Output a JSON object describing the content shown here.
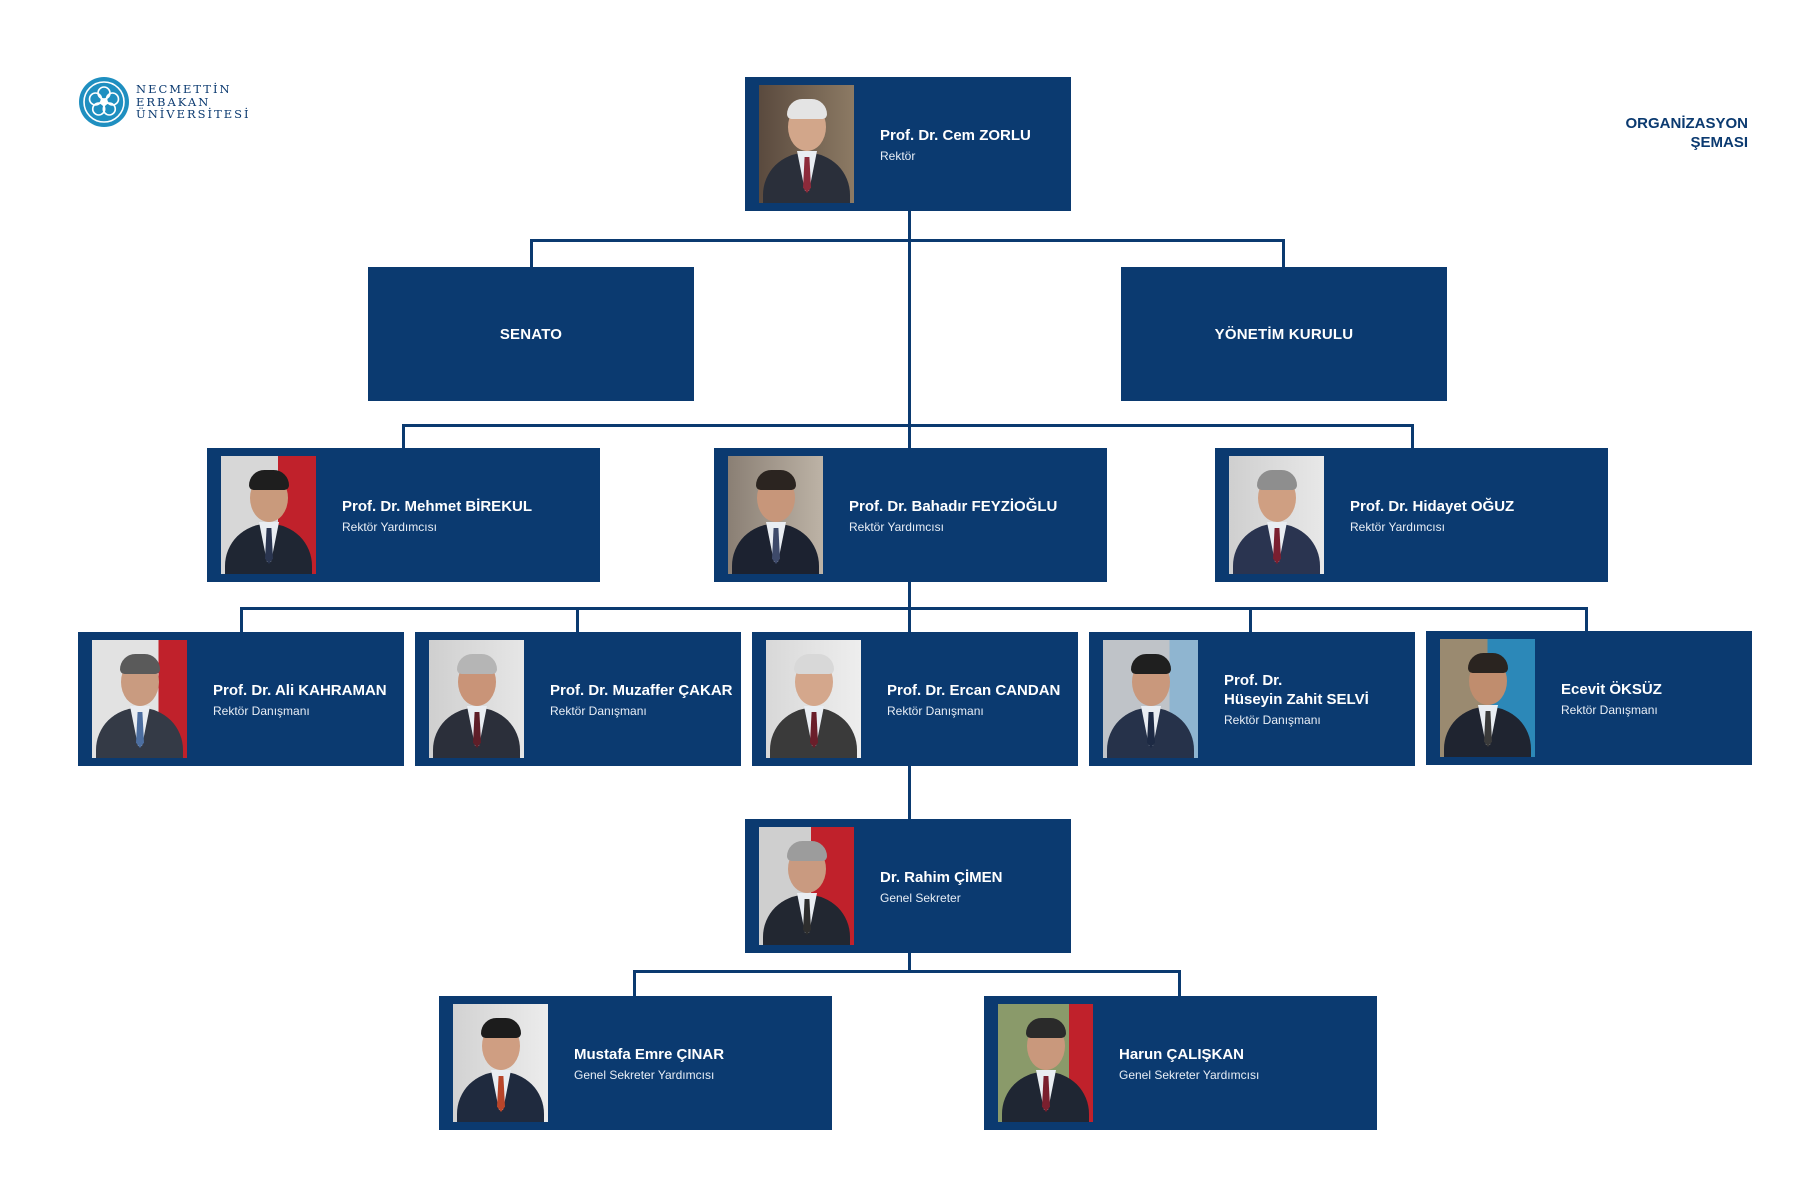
{
  "logo": {
    "lines": [
      "NECMETTİN",
      "ERBAKAN",
      "ÜNİVERSİTESİ"
    ],
    "icon": "university-rosette-icon"
  },
  "page_title": {
    "line1": "ORGANİZASYON",
    "line2": "ŞEMASI"
  },
  "colors": {
    "box": "#0b3a70",
    "text": "#ffffff",
    "background": "#ffffff"
  },
  "rector": {
    "name": "Prof. Dr. Cem ZORLU",
    "role": "Rektör"
  },
  "boards": {
    "senate": "SENATO",
    "executive": "YÖNETİM KURULU"
  },
  "vice_rectors": [
    {
      "name": "Prof. Dr. Mehmet BİREKUL",
      "role": "Rektör Yardımcısı"
    },
    {
      "name": "Prof. Dr. Bahadır FEYZİOĞLU",
      "role": "Rektör Yardımcısı"
    },
    {
      "name": "Prof. Dr. Hidayet OĞUZ",
      "role": "Rektör Yardımcısı"
    }
  ],
  "advisors": [
    {
      "name": "Prof. Dr. Ali KAHRAMAN",
      "role": "Rektör Danışmanı"
    },
    {
      "name": "Prof. Dr. Muzaffer ÇAKAR",
      "role": "Rektör Danışmanı"
    },
    {
      "name": "Prof. Dr. Ercan CANDAN",
      "role": "Rektör Danışmanı"
    },
    {
      "name_line1": "Prof. Dr.",
      "name_line2": "Hüseyin Zahit SELVİ",
      "role": "Rektör Danışmanı"
    },
    {
      "name": "Ecevit ÖKSÜZ",
      "role": "Rektör Danışmanı"
    }
  ],
  "secretary_general": {
    "name": "Dr. Rahim ÇİMEN",
    "role": "Genel Sekreter"
  },
  "deputy_secretaries": [
    {
      "name": "Mustafa Emre ÇINAR",
      "role": "Genel Sekreter Yardımcısı"
    },
    {
      "name": "Harun ÇALIŞKAN",
      "role": "Genel Sekreter Yardımcısı"
    }
  ]
}
